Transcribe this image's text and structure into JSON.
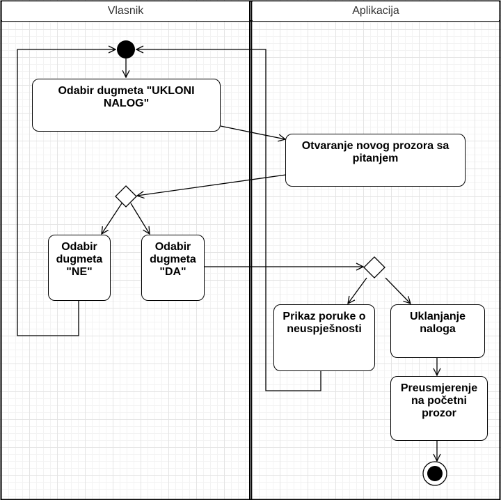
{
  "swimlanes": [
    {
      "id": "owner",
      "title": "Vlasnik"
    },
    {
      "id": "app",
      "title": "Aplikacija"
    }
  ],
  "activities": {
    "select_remove": "Odabir dugmeta \"UKLONI NALOG\"",
    "open_window": "Otvaranje novog prozora sa pitanjem",
    "select_no": "Odabir dugmeta \"NE\"",
    "select_yes": "Odabir dugmeta \"DA\"",
    "failure_msg": "Prikaz poruke o neuspješnosti",
    "remove_account": "Uklanjanje naloga",
    "redirect": "Preusmjerenje na početni prozor"
  }
}
